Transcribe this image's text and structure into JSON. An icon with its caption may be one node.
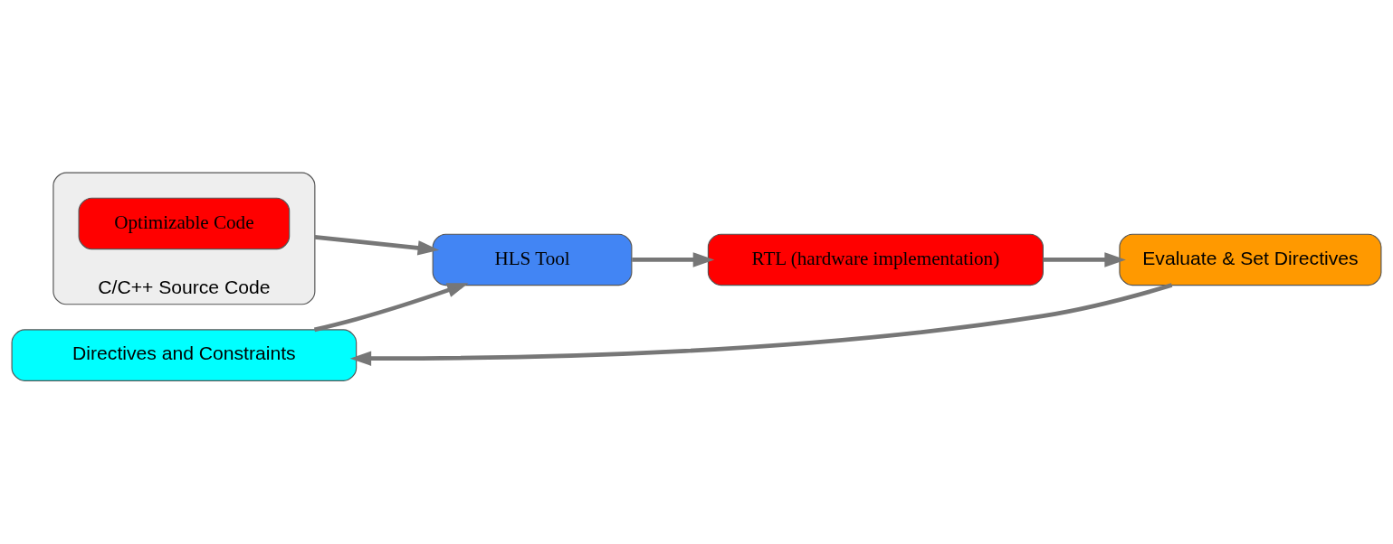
{
  "diagram": {
    "nodes": [
      {
        "text": [
          "C/C++ Source Code"
        ]
      },
      {
        "text": [
          "Optimizable Code"
        ],
        "in": 0
      },
      {
        "text": [
          "Directives and Constraints"
        ]
      },
      {
        "text": [
          "HLS Tool"
        ]
      },
      {
        "text": [
          "RTL (hardware implementation)"
        ]
      },
      {
        "text": [
          "Evaluate & Set Directives"
        ]
      }
    ],
    "edges": [
      {
        "from": 0,
        "to": 3,
        "arrow": "to"
      },
      {
        "from": 2,
        "to": 3,
        "arrow": "to"
      },
      {
        "from": 3,
        "to": 4,
        "arrow": "to"
      },
      {
        "from": 4,
        "to": 5,
        "arrow": "to"
      },
      {
        "from": 5,
        "to": 2,
        "arrow": "to"
      }
    ]
  }
}
